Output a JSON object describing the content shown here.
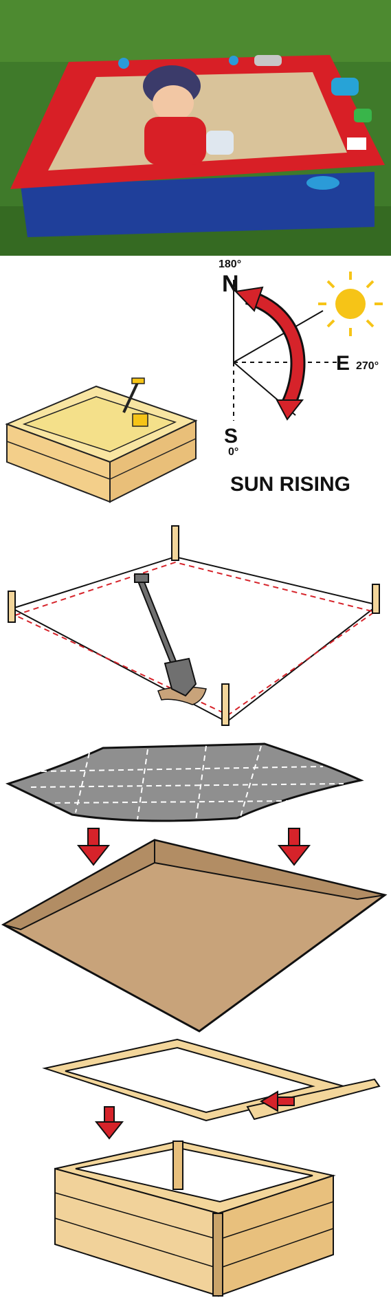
{
  "photo": {
    "colors": {
      "grass": "#3f7a2a",
      "frame": "#d81f26",
      "box": "#1f3f9a",
      "sand": "#d9c39a"
    }
  },
  "orientation": {
    "north_letter": "N",
    "north_degrees": "180°",
    "east_letter": "E",
    "east_degrees": "270°",
    "south_letter": "S",
    "south_degrees": "0°",
    "caption": "SUN RISING",
    "colors": {
      "arrow": "#d6232a",
      "sun": "#f6c417"
    }
  },
  "steps": {
    "colors": {
      "wood": "#f1d29a",
      "wood_dark": "#caa46a",
      "dig": "#c8a37a",
      "membrane": "#8f8f8f",
      "arrow": "#d6232a"
    }
  }
}
